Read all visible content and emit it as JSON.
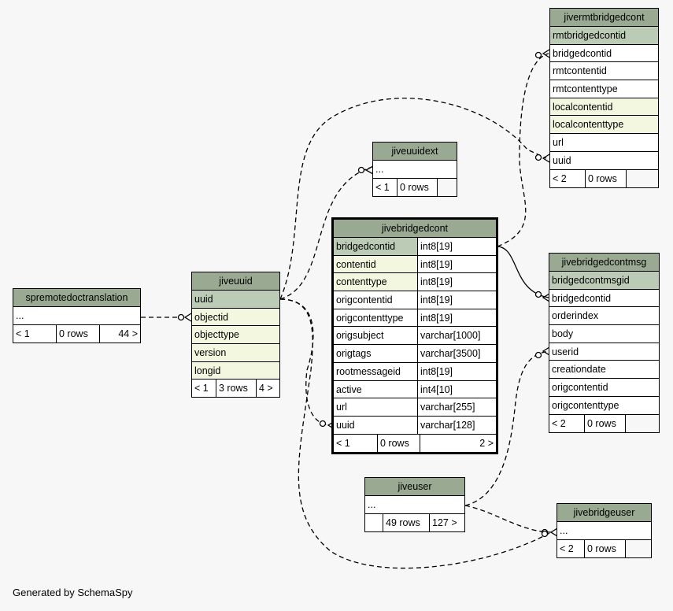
{
  "caption": "Generated by SchemaSpy",
  "tables": {
    "jivermtbridgedcont": {
      "name": "jivermtbridgedcont",
      "columns": [
        "rmtbridgedcontid",
        "bridgedcontid",
        "rmtcontentid",
        "rmtcontenttype",
        "localcontentid",
        "localcontenttype",
        "url",
        "uuid"
      ],
      "parents": "< 2",
      "rows": "0 rows",
      "children": ""
    },
    "jiveuuidext": {
      "name": "jiveuuidext",
      "columns": [
        "..."
      ],
      "parents": "< 1",
      "rows": "0 rows",
      "children": ""
    },
    "jivebridgedcont": {
      "name": "jivebridgedcont",
      "columns": [
        {
          "name": "bridgedcontid",
          "type": "int8[19]"
        },
        {
          "name": "contentid",
          "type": "int8[19]"
        },
        {
          "name": "contenttype",
          "type": "int8[19]"
        },
        {
          "name": "origcontentid",
          "type": "int8[19]"
        },
        {
          "name": "origcontenttype",
          "type": "int8[19]"
        },
        {
          "name": "origsubject",
          "type": "varchar[1000]"
        },
        {
          "name": "origtags",
          "type": "varchar[3500]"
        },
        {
          "name": "rootmessageid",
          "type": "int8[19]"
        },
        {
          "name": "active",
          "type": "int4[10]"
        },
        {
          "name": "url",
          "type": "varchar[255]"
        },
        {
          "name": "uuid",
          "type": "varchar[128]"
        }
      ],
      "parents": "< 1",
      "rows": "0 rows",
      "children": "2 >"
    },
    "spremotedoctranslation": {
      "name": "spremotedoctranslation",
      "columns": [
        "..."
      ],
      "parents": "< 1",
      "rows": "0 rows",
      "children": "44 >"
    },
    "jiveuuid": {
      "name": "jiveuuid",
      "columns": [
        "uuid",
        "objectid",
        "objecttype",
        "version",
        "longid"
      ],
      "parents": "< 1",
      "rows": "3 rows",
      "children": "4 >"
    },
    "jivebridgedcontmsg": {
      "name": "jivebridgedcontmsg",
      "columns": [
        "bridgedcontmsgid",
        "bridgedcontid",
        "orderindex",
        "body",
        "userid",
        "creationdate",
        "origcontentid",
        "origcontenttype"
      ],
      "parents": "< 2",
      "rows": "0 rows",
      "children": ""
    },
    "jiveuser": {
      "name": "jiveuser",
      "columns": [
        "..."
      ],
      "parents": "",
      "rows": "49 rows",
      "children": "127 >"
    },
    "jivebridgeuser": {
      "name": "jivebridgeuser",
      "columns": [
        "..."
      ],
      "parents": "< 2",
      "rows": "0 rows",
      "children": ""
    }
  }
}
